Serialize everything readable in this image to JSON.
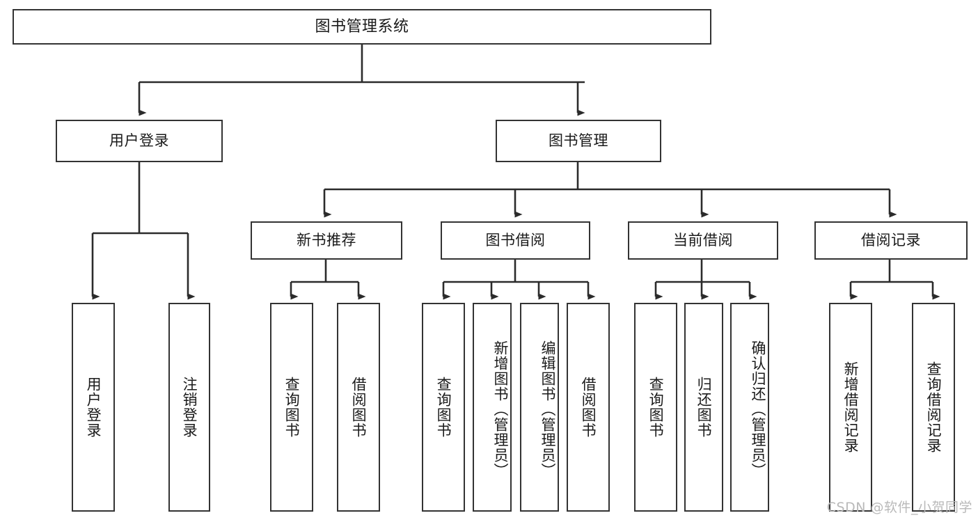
{
  "diagram": {
    "type": "hierarchy-tree",
    "title": "图书管理系统",
    "background_color": "#ffffff",
    "border_color": "#333333",
    "text_color": "#1a1a1a",
    "levels": 4,
    "nodes": {
      "root": {
        "label": "图书管理系统"
      },
      "level2": [
        {
          "label": "用户登录"
        },
        {
          "label": "图书管理"
        }
      ],
      "level3": [
        {
          "label": "新书推荐"
        },
        {
          "label": "图书借阅"
        },
        {
          "label": "当前借阅"
        },
        {
          "label": "借阅记录"
        }
      ],
      "leaves": [
        {
          "label": "用户登录",
          "parent": "用户登录"
        },
        {
          "label": "注销登录",
          "parent": "用户登录"
        },
        {
          "label": "查询图书",
          "parent": "新书推荐"
        },
        {
          "label": "借阅图书",
          "parent": "新书推荐"
        },
        {
          "label": "查询图书",
          "parent": "图书借阅"
        },
        {
          "label": "新增图书（管理员）",
          "parent": "图书借阅"
        },
        {
          "label": "编辑图书（管理员）",
          "parent": "图书借阅"
        },
        {
          "label": "借阅图书",
          "parent": "图书借阅"
        },
        {
          "label": "查询图书",
          "parent": "当前借阅"
        },
        {
          "label": "归还图书",
          "parent": "当前借阅"
        },
        {
          "label": "确认归还（管理员）",
          "parent": "当前借阅"
        },
        {
          "label": "新增借阅记录",
          "parent": "借阅记录"
        },
        {
          "label": "查询借阅记录",
          "parent": "借阅记录"
        }
      ]
    }
  },
  "watermark": {
    "text": "CSDN @软件_小贺同学"
  }
}
